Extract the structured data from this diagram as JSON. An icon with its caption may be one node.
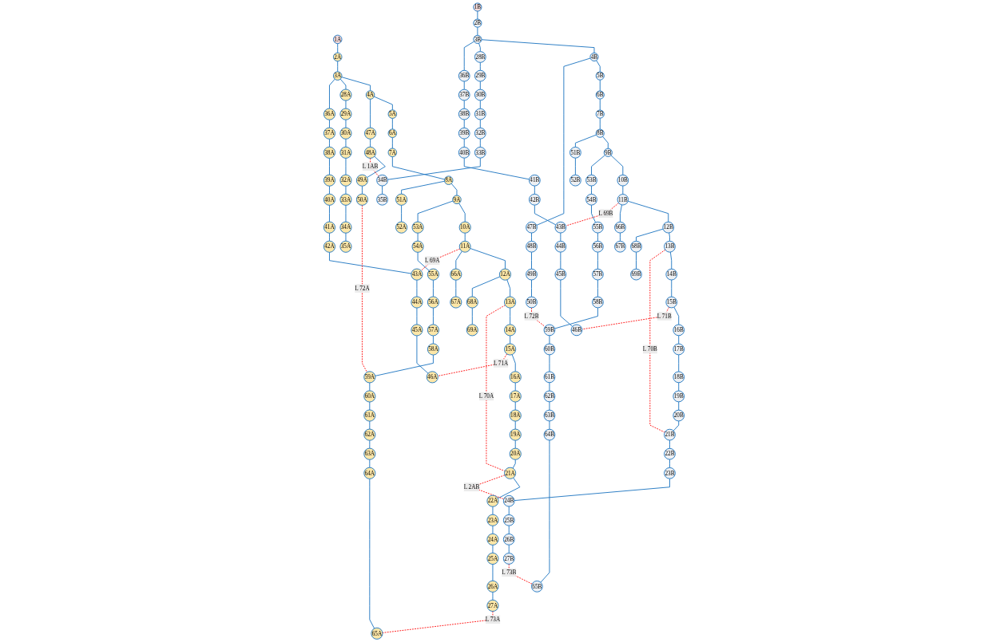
{
  "diagram": {
    "nodes": [
      {
        "text": [
          "1A"
        ]
      },
      {
        "text": [
          "2A"
        ]
      },
      {
        "text": [
          "3A"
        ]
      },
      {
        "text": [
          "4A"
        ]
      },
      {
        "text": [
          "5A"
        ]
      },
      {
        "text": [
          "6A"
        ]
      },
      {
        "text": [
          "7A"
        ]
      },
      {
        "text": [
          "8A"
        ]
      },
      {
        "text": [
          "9A"
        ]
      },
      {
        "text": [
          "10A"
        ]
      },
      {
        "text": [
          "11A"
        ]
      },
      {
        "text": [
          "12A"
        ]
      },
      {
        "text": [
          "13A"
        ]
      },
      {
        "text": [
          "14A"
        ]
      },
      {
        "text": [
          "15A"
        ]
      },
      {
        "text": [
          "16A"
        ]
      },
      {
        "text": [
          "17A"
        ]
      },
      {
        "text": [
          "18A"
        ]
      },
      {
        "text": [
          "19A"
        ]
      },
      {
        "text": [
          "20A"
        ]
      },
      {
        "text": [
          "21A"
        ]
      },
      {
        "text": [
          "22A"
        ]
      },
      {
        "text": [
          "23A"
        ]
      },
      {
        "text": [
          "24A"
        ]
      },
      {
        "text": [
          "25A"
        ]
      },
      {
        "text": [
          "26A"
        ]
      },
      {
        "text": [
          "27A"
        ]
      },
      {
        "text": [
          "28A"
        ]
      },
      {
        "text": [
          "29A"
        ]
      },
      {
        "text": [
          "30A"
        ]
      },
      {
        "text": [
          "31A"
        ]
      },
      {
        "text": [
          "32A"
        ]
      },
      {
        "text": [
          "33A"
        ]
      },
      {
        "text": [
          "34A"
        ]
      },
      {
        "text": [
          "35A"
        ]
      },
      {
        "text": [
          "36A"
        ]
      },
      {
        "text": [
          "37A"
        ]
      },
      {
        "text": [
          "38A"
        ]
      },
      {
        "text": [
          "39A"
        ]
      },
      {
        "text": [
          "40A"
        ]
      },
      {
        "text": [
          "41A"
        ]
      },
      {
        "text": [
          "42A"
        ]
      },
      {
        "text": [
          "43A"
        ]
      },
      {
        "text": [
          "44A"
        ]
      },
      {
        "text": [
          "45A"
        ]
      },
      {
        "text": [
          "46A"
        ]
      },
      {
        "text": [
          "47A"
        ]
      },
      {
        "text": [
          "48A"
        ]
      },
      {
        "text": [
          "49A"
        ]
      },
      {
        "text": [
          "50A"
        ]
      },
      {
        "text": [
          "51A"
        ]
      },
      {
        "text": [
          "52A"
        ]
      },
      {
        "text": [
          "53A"
        ]
      },
      {
        "text": [
          "54A"
        ]
      },
      {
        "text": [
          "55A"
        ]
      },
      {
        "text": [
          "56A"
        ]
      },
      {
        "text": [
          "57A"
        ]
      },
      {
        "text": [
          "58A"
        ]
      },
      {
        "text": [
          "59A"
        ]
      },
      {
        "text": [
          "60A"
        ]
      },
      {
        "text": [
          "61A"
        ]
      },
      {
        "text": [
          "62A"
        ]
      },
      {
        "text": [
          "63A"
        ]
      },
      {
        "text": [
          "64A"
        ]
      },
      {
        "text": [
          "65A"
        ]
      },
      {
        "text": [
          "66A"
        ]
      },
      {
        "text": [
          "67A"
        ]
      },
      {
        "text": [
          "68A"
        ]
      },
      {
        "text": [
          "69A"
        ]
      },
      {
        "text": [
          "1B"
        ]
      },
      {
        "text": [
          "2B"
        ]
      },
      {
        "text": [
          "3B"
        ]
      },
      {
        "text": [
          "4B"
        ]
      },
      {
        "text": [
          "5B"
        ]
      },
      {
        "text": [
          "6B"
        ]
      },
      {
        "text": [
          "7B"
        ]
      },
      {
        "text": [
          "8B"
        ]
      },
      {
        "text": [
          "9B"
        ]
      },
      {
        "text": [
          "10B"
        ]
      },
      {
        "text": [
          "11B"
        ]
      },
      {
        "text": [
          "12B"
        ]
      },
      {
        "text": [
          "13B"
        ]
      },
      {
        "text": [
          "14B"
        ]
      },
      {
        "text": [
          "15B"
        ]
      },
      {
        "text": [
          "16B"
        ]
      },
      {
        "text": [
          "17B"
        ]
      },
      {
        "text": [
          "18B"
        ]
      },
      {
        "text": [
          "19B"
        ]
      },
      {
        "text": [
          "20B"
        ]
      },
      {
        "text": [
          "21B"
        ]
      },
      {
        "text": [
          "22B"
        ]
      },
      {
        "text": [
          "23B"
        ]
      },
      {
        "text": [
          "24B"
        ]
      },
      {
        "text": [
          "25B"
        ]
      },
      {
        "text": [
          "26B"
        ]
      },
      {
        "text": [
          "27B"
        ]
      },
      {
        "text": [
          "28B"
        ]
      },
      {
        "text": [
          "29B"
        ]
      },
      {
        "text": [
          "30B"
        ]
      },
      {
        "text": [
          "31B"
        ]
      },
      {
        "text": [
          "32B"
        ]
      },
      {
        "text": [
          "33B"
        ]
      },
      {
        "text": [
          "34B"
        ]
      },
      {
        "text": [
          "35B"
        ]
      },
      {
        "text": [
          "36B"
        ]
      },
      {
        "text": [
          "37B"
        ]
      },
      {
        "text": [
          "38B"
        ]
      },
      {
        "text": [
          "39B"
        ]
      },
      {
        "text": [
          "40B"
        ]
      },
      {
        "text": [
          "41B"
        ]
      },
      {
        "text": [
          "42B"
        ]
      },
      {
        "text": [
          "43B"
        ]
      },
      {
        "text": [
          "44B"
        ]
      },
      {
        "text": [
          "45B"
        ]
      },
      {
        "text": [
          "46B"
        ]
      },
      {
        "text": [
          "47B"
        ]
      },
      {
        "text": [
          "48B"
        ]
      },
      {
        "text": [
          "49B"
        ]
      },
      {
        "text": [
          "50B"
        ]
      },
      {
        "text": [
          "51B"
        ]
      },
      {
        "text": [
          "52B"
        ]
      },
      {
        "text": [
          "53B"
        ]
      },
      {
        "text": [
          "54B"
        ]
      },
      {
        "text": [
          "55B"
        ]
      },
      {
        "text": [
          "56B"
        ]
      },
      {
        "text": [
          "57B"
        ]
      },
      {
        "text": [
          "58B"
        ]
      },
      {
        "text": [
          "59B"
        ]
      },
      {
        "text": [
          "60B"
        ]
      },
      {
        "text": [
          "61B"
        ]
      },
      {
        "text": [
          "62B"
        ]
      },
      {
        "text": [
          "63B"
        ]
      },
      {
        "text": [
          "64B"
        ]
      },
      {
        "text": [
          "65B"
        ]
      },
      {
        "text": [
          "66B"
        ]
      },
      {
        "text": [
          "67B"
        ]
      },
      {
        "text": [
          "68B"
        ]
      },
      {
        "text": [
          "69B"
        ]
      }
    ],
    "edges": [
      {
        "from": 0,
        "to": 1,
        "arrow": "none"
      },
      {
        "from": 1,
        "to": 2,
        "arrow": "none"
      },
      {
        "from": 2,
        "to": 3,
        "arrow": "none"
      },
      {
        "from": 3,
        "to": 4,
        "arrow": "none"
      },
      {
        "from": 4,
        "to": 5,
        "arrow": "none"
      },
      {
        "from": 5,
        "to": 6,
        "arrow": "none"
      },
      {
        "from": 6,
        "to": 7,
        "arrow": "none"
      },
      {
        "from": 7,
        "to": 8,
        "arrow": "none"
      },
      {
        "from": 8,
        "to": 9,
        "arrow": "none"
      },
      {
        "from": 9,
        "to": 10,
        "arrow": "none"
      },
      {
        "from": 10,
        "to": 11,
        "arrow": "none"
      },
      {
        "from": 11,
        "to": 12,
        "arrow": "none"
      },
      {
        "from": 12,
        "to": 13,
        "arrow": "none"
      },
      {
        "from": 13,
        "to": 14,
        "arrow": "none"
      },
      {
        "from": 14,
        "to": 15,
        "arrow": "none"
      },
      {
        "from": 15,
        "to": 16,
        "arrow": "none"
      },
      {
        "from": 16,
        "to": 17,
        "arrow": "none"
      },
      {
        "from": 17,
        "to": 18,
        "arrow": "none"
      },
      {
        "from": 18,
        "to": 19,
        "arrow": "none"
      },
      {
        "from": 19,
        "to": 20,
        "arrow": "none"
      },
      {
        "from": 20,
        "to": 21,
        "arrow": "none"
      },
      {
        "from": 21,
        "to": 22,
        "arrow": "none"
      },
      {
        "from": 22,
        "to": 23,
        "arrow": "none"
      },
      {
        "from": 23,
        "to": 24,
        "arrow": "none"
      },
      {
        "from": 24,
        "to": 25,
        "arrow": "none"
      },
      {
        "from": 25,
        "to": 26,
        "arrow": "none"
      },
      {
        "from": 2,
        "to": 27,
        "arrow": "none"
      },
      {
        "from": 27,
        "to": 28,
        "arrow": "none"
      },
      {
        "from": 28,
        "to": 29,
        "arrow": "none"
      },
      {
        "from": 29,
        "to": 30,
        "arrow": "none"
      },
      {
        "from": 30,
        "to": 31,
        "arrow": "none"
      },
      {
        "from": 31,
        "to": 32,
        "arrow": "none"
      },
      {
        "from": 32,
        "to": 33,
        "arrow": "none"
      },
      {
        "from": 33,
        "to": 34,
        "arrow": "none"
      },
      {
        "from": 2,
        "to": 35,
        "arrow": "none"
      },
      {
        "from": 35,
        "to": 36,
        "arrow": "none"
      },
      {
        "from": 36,
        "to": 37,
        "arrow": "none"
      },
      {
        "from": 37,
        "to": 38,
        "arrow": "none"
      },
      {
        "from": 38,
        "to": 39,
        "arrow": "none"
      },
      {
        "from": 39,
        "to": 40,
        "arrow": "none"
      },
      {
        "from": 40,
        "to": 41,
        "arrow": "none"
      },
      {
        "from": 41,
        "to": 42,
        "arrow": "none"
      },
      {
        "from": 42,
        "to": 43,
        "arrow": "none"
      },
      {
        "from": 43,
        "to": 44,
        "arrow": "none"
      },
      {
        "from": 44,
        "to": 45,
        "arrow": "none"
      },
      {
        "from": 3,
        "to": 46,
        "arrow": "none"
      },
      {
        "from": 46,
        "to": 47,
        "arrow": "none"
      },
      {
        "from": 47,
        "to": 48,
        "arrow": "none"
      },
      {
        "from": 48,
        "to": 49,
        "arrow": "none"
      },
      {
        "from": 7,
        "to": 50,
        "arrow": "none"
      },
      {
        "from": 50,
        "to": 51,
        "arrow": "none"
      },
      {
        "from": 8,
        "to": 52,
        "arrow": "none"
      },
      {
        "from": 52,
        "to": 53,
        "arrow": "none"
      },
      {
        "from": 53,
        "to": 54,
        "arrow": "none"
      },
      {
        "from": 54,
        "to": 55,
        "arrow": "none"
      },
      {
        "from": 55,
        "to": 56,
        "arrow": "none"
      },
      {
        "from": 56,
        "to": 57,
        "arrow": "none"
      },
      {
        "from": 57,
        "to": 58,
        "arrow": "none"
      },
      {
        "from": 58,
        "to": 59,
        "arrow": "none"
      },
      {
        "from": 59,
        "to": 60,
        "arrow": "none"
      },
      {
        "from": 60,
        "to": 61,
        "arrow": "none"
      },
      {
        "from": 61,
        "to": 62,
        "arrow": "none"
      },
      {
        "from": 62,
        "to": 63,
        "arrow": "none"
      },
      {
        "from": 63,
        "to": 64,
        "arrow": "none"
      },
      {
        "from": 10,
        "to": 65,
        "arrow": "none"
      },
      {
        "from": 65,
        "to": 66,
        "arrow": "none"
      },
      {
        "from": 11,
        "to": 67,
        "arrow": "none"
      },
      {
        "from": 67,
        "to": 68,
        "arrow": "none"
      },
      {
        "from": 10,
        "to": 42,
        "arrow": "none",
        "label": "L 69A",
        "style": "dashed",
        "color": "#ff0000"
      },
      {
        "from": 12,
        "to": 20,
        "arrow": "none",
        "label": "L 70A",
        "style": "dashed",
        "color": "#ff0000"
      },
      {
        "from": 14,
        "to": 45,
        "arrow": "none",
        "label": "L 71A",
        "style": "dashed",
        "color": "#ff0000"
      },
      {
        "from": 49,
        "to": 58,
        "arrow": "none",
        "label": "L 72A",
        "style": "dashed",
        "color": "#ff0000"
      },
      {
        "from": 26,
        "to": 64,
        "arrow": "none",
        "label": "L 73A",
        "style": "dashed",
        "color": "#ff0000"
      },
      {
        "from": 69,
        "to": 70,
        "arrow": "none"
      },
      {
        "from": 70,
        "to": 71,
        "arrow": "none"
      },
      {
        "from": 71,
        "to": 72,
        "arrow": "none"
      },
      {
        "from": 72,
        "to": 73,
        "arrow": "none"
      },
      {
        "from": 73,
        "to": 74,
        "arrow": "none"
      },
      {
        "from": 74,
        "to": 75,
        "arrow": "none"
      },
      {
        "from": 75,
        "to": 76,
        "arrow": "none"
      },
      {
        "from": 76,
        "to": 77,
        "arrow": "none"
      },
      {
        "from": 77,
        "to": 78,
        "arrow": "none"
      },
      {
        "from": 78,
        "to": 79,
        "arrow": "none"
      },
      {
        "from": 79,
        "to": 80,
        "arrow": "none"
      },
      {
        "from": 80,
        "to": 81,
        "arrow": "none"
      },
      {
        "from": 81,
        "to": 82,
        "arrow": "none"
      },
      {
        "from": 82,
        "to": 83,
        "arrow": "none"
      },
      {
        "from": 83,
        "to": 84,
        "arrow": "none"
      },
      {
        "from": 84,
        "to": 85,
        "arrow": "none"
      },
      {
        "from": 85,
        "to": 86,
        "arrow": "none"
      },
      {
        "from": 86,
        "to": 87,
        "arrow": "none"
      },
      {
        "from": 87,
        "to": 88,
        "arrow": "none"
      },
      {
        "from": 88,
        "to": 89,
        "arrow": "none"
      },
      {
        "from": 89,
        "to": 90,
        "arrow": "none"
      },
      {
        "from": 90,
        "to": 91,
        "arrow": "none"
      },
      {
        "from": 91,
        "to": 92,
        "arrow": "none"
      },
      {
        "from": 92,
        "to": 93,
        "arrow": "none"
      },
      {
        "from": 93,
        "to": 94,
        "arrow": "none"
      },
      {
        "from": 94,
        "to": 95,
        "arrow": "none"
      },
      {
        "from": 71,
        "to": 96,
        "arrow": "none"
      },
      {
        "from": 96,
        "to": 97,
        "arrow": "none"
      },
      {
        "from": 97,
        "to": 98,
        "arrow": "none"
      },
      {
        "from": 98,
        "to": 99,
        "arrow": "none"
      },
      {
        "from": 99,
        "to": 100,
        "arrow": "none"
      },
      {
        "from": 100,
        "to": 101,
        "arrow": "none"
      },
      {
        "from": 101,
        "to": 102,
        "arrow": "none"
      },
      {
        "from": 102,
        "to": 103,
        "arrow": "none"
      },
      {
        "from": 71,
        "to": 104,
        "arrow": "none"
      },
      {
        "from": 104,
        "to": 105,
        "arrow": "none"
      },
      {
        "from": 105,
        "to": 106,
        "arrow": "none"
      },
      {
        "from": 106,
        "to": 107,
        "arrow": "none"
      },
      {
        "from": 107,
        "to": 108,
        "arrow": "none"
      },
      {
        "from": 108,
        "to": 109,
        "arrow": "none"
      },
      {
        "from": 109,
        "to": 110,
        "arrow": "none"
      },
      {
        "from": 110,
        "to": 111,
        "arrow": "none"
      },
      {
        "from": 111,
        "to": 112,
        "arrow": "none"
      },
      {
        "from": 112,
        "to": 113,
        "arrow": "none"
      },
      {
        "from": 113,
        "to": 114,
        "arrow": "none"
      },
      {
        "from": 72,
        "to": 115,
        "arrow": "none"
      },
      {
        "from": 115,
        "to": 116,
        "arrow": "none"
      },
      {
        "from": 116,
        "to": 117,
        "arrow": "none"
      },
      {
        "from": 117,
        "to": 118,
        "arrow": "none"
      },
      {
        "from": 76,
        "to": 119,
        "arrow": "none"
      },
      {
        "from": 119,
        "to": 120,
        "arrow": "none"
      },
      {
        "from": 77,
        "to": 121,
        "arrow": "none"
      },
      {
        "from": 121,
        "to": 122,
        "arrow": "none"
      },
      {
        "from": 122,
        "to": 123,
        "arrow": "none"
      },
      {
        "from": 123,
        "to": 124,
        "arrow": "none"
      },
      {
        "from": 124,
        "to": 125,
        "arrow": "none"
      },
      {
        "from": 125,
        "to": 126,
        "arrow": "none"
      },
      {
        "from": 126,
        "to": 127,
        "arrow": "none"
      },
      {
        "from": 127,
        "to": 128,
        "arrow": "none"
      },
      {
        "from": 128,
        "to": 129,
        "arrow": "none"
      },
      {
        "from": 129,
        "to": 130,
        "arrow": "none"
      },
      {
        "from": 130,
        "to": 131,
        "arrow": "none"
      },
      {
        "from": 131,
        "to": 132,
        "arrow": "none"
      },
      {
        "from": 132,
        "to": 133,
        "arrow": "none"
      },
      {
        "from": 79,
        "to": 134,
        "arrow": "none"
      },
      {
        "from": 134,
        "to": 135,
        "arrow": "none"
      },
      {
        "from": 80,
        "to": 136,
        "arrow": "none"
      },
      {
        "from": 136,
        "to": 137,
        "arrow": "none"
      },
      {
        "from": 79,
        "to": 111,
        "arrow": "none",
        "label": "L 69B",
        "style": "dashed",
        "color": "#ff0000"
      },
      {
        "from": 81,
        "to": 89,
        "arrow": "none",
        "label": "L 70B",
        "style": "dashed",
        "color": "#ff0000"
      },
      {
        "from": 83,
        "to": 114,
        "arrow": "none",
        "label": "L 71B",
        "style": "dashed",
        "color": "#ff0000"
      },
      {
        "from": 118,
        "to": 127,
        "arrow": "none",
        "label": "L 72B",
        "style": "dashed",
        "color": "#ff0000"
      },
      {
        "from": 95,
        "to": 133,
        "arrow": "none",
        "label": "L 73B",
        "style": "dashed",
        "color": "#ff0000"
      },
      {
        "from": 47,
        "to": 102,
        "arrow": "none",
        "label": "L 1AB",
        "style": "dashed",
        "color": "#ff0000"
      },
      {
        "from": 20,
        "to": 92,
        "arrow": "none",
        "label": "L 2AB",
        "style": "dashed",
        "color": "#ff0000"
      }
    ]
  }
}
